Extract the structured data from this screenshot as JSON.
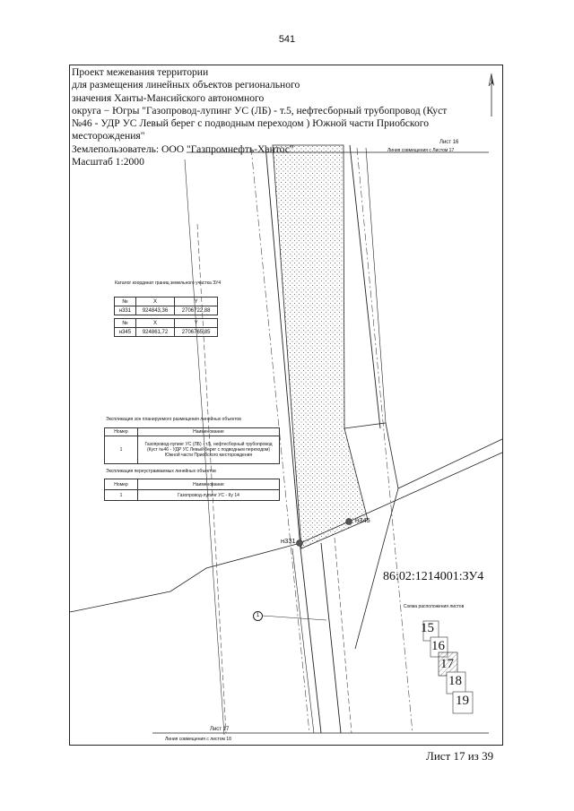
{
  "page_number": "541",
  "title_lines": [
    "Проект межевания территории",
    "для размещения линейных объектов регионального",
    "значения Ханты-Мансийского автономного",
    "округа − Югры \"Газопровод-лупинг УС (ЛБ) - т.5, нефтесборный трубопровод (Куст",
    "№46 - УДР УС Левый берег с подводным переходом ) Южной части Приобского",
    "месторождения\"",
    "Землепользователь: ООО \"Газпромнефть-Хантос\"",
    "Масштаб 1:2000"
  ],
  "top_sheet": {
    "label": "Лист 16",
    "line": "Линия совмещения с Листом 17"
  },
  "bottom_sheet": {
    "label": "Лист 17",
    "line": "Линия совмещения с листом 18"
  },
  "coord_table": {
    "caption": "Каталог координат границ земельного участка ЗУ4",
    "group1": {
      "headers": [
        "№",
        "X",
        "Y"
      ],
      "rows": [
        [
          "н331",
          "924843,36",
          "2706722,88"
        ]
      ]
    },
    "group2": {
      "headers": [
        "№",
        "X",
        "Y"
      ],
      "rows": [
        [
          "н345",
          "924861,72",
          "2706765,85"
        ]
      ]
    }
  },
  "planned_table": {
    "caption": "Экспликация зон планируемого размещения линейных объектов",
    "headers": [
      "Номер",
      "Наименование"
    ],
    "rows": [
      [
        "1",
        "Газопровод-лупинг УС (ЛБ) - т.5, нефтесборный трубопровод (Куст №46 - УДР УС Левый берег с подводным переходом) Южной части Приобского месторождения"
      ]
    ]
  },
  "relocated_table": {
    "caption": "Экспликация переустраиваемых линейных объектов",
    "headers": [
      "Номер",
      "Наименование"
    ],
    "rows": [
      [
        "1",
        "Газопровод-лупинг УС - Ку 14"
      ]
    ]
  },
  "points": {
    "p1": "н331",
    "p2": "н345"
  },
  "zone_marker": "1",
  "cadastral_number": "86:02:1214001:ЗУ4",
  "index_map": {
    "caption": "Схема расположения листов",
    "sheets": [
      "15",
      "16",
      "17",
      "18",
      "19"
    ]
  },
  "sheet_of": "Лист 17 из 39"
}
